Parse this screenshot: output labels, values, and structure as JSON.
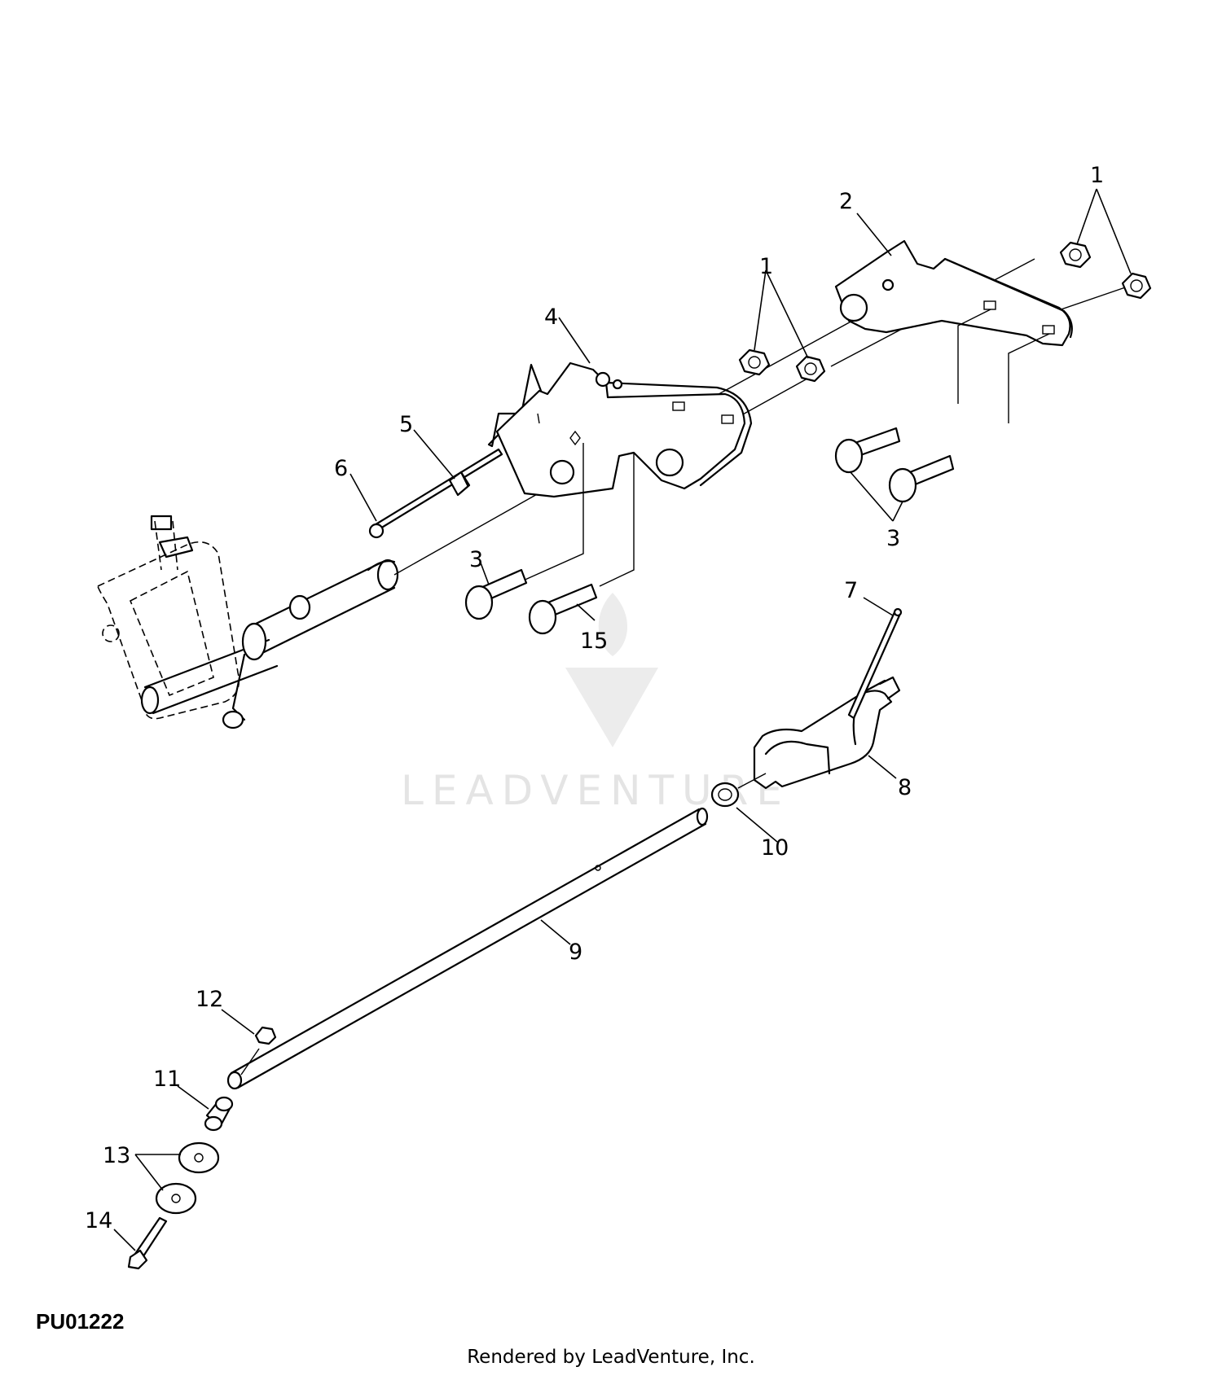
{
  "callouts": {
    "c1a": "1",
    "c1b": "1",
    "c2": "2",
    "c3a": "3",
    "c3b": "3",
    "c4": "4",
    "c5": "5",
    "c6": "6",
    "c7": "7",
    "c8": "8",
    "c9": "9",
    "c10": "10",
    "c11": "11",
    "c12": "12",
    "c13": "13",
    "c14": "14",
    "c15": "15"
  },
  "watermark": {
    "text": "LEADVENTURE"
  },
  "drawing_id": "PU01222",
  "footer": "Rendered by LeadVenture, Inc.",
  "colors": {
    "line": "#000000",
    "watermark": "#e4e4e4",
    "background": "#ffffff"
  }
}
